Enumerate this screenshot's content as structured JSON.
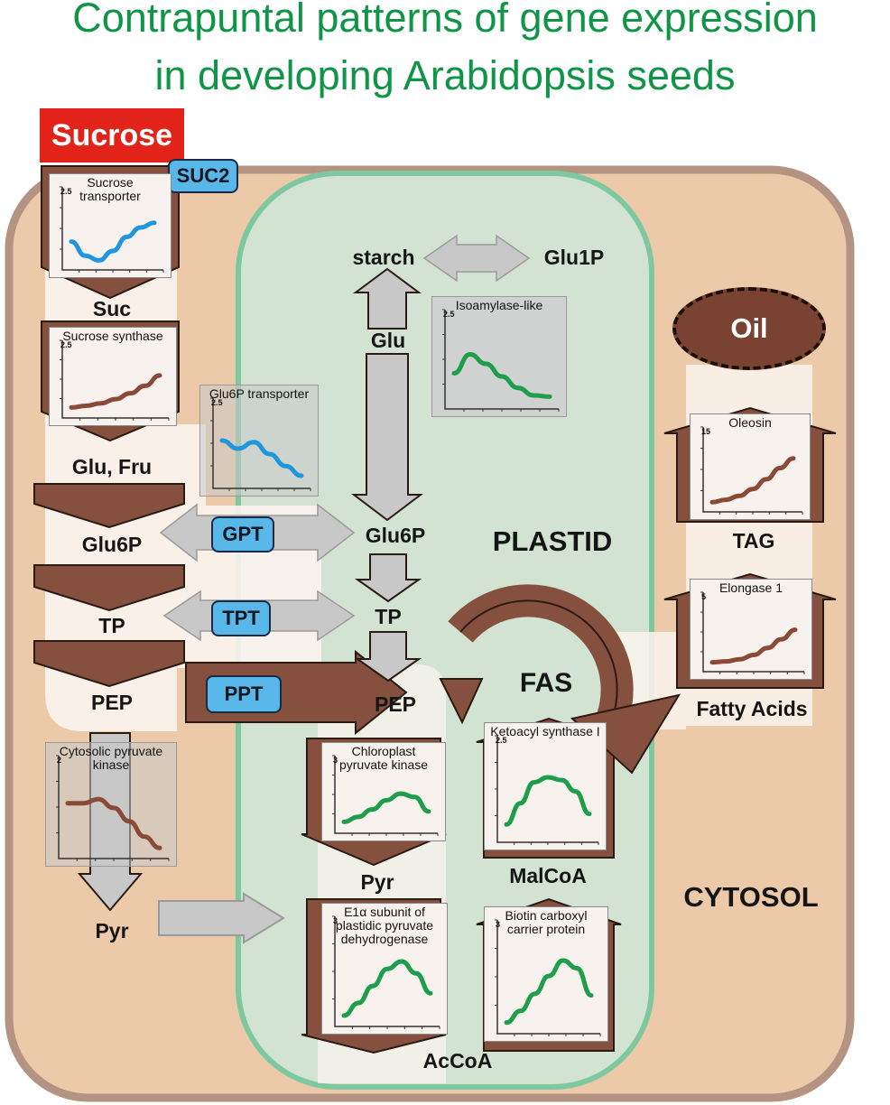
{
  "title": {
    "line1": "Contrapuntal patterns of gene expression",
    "line2": "in developing Arabidopsis seeds"
  },
  "colors": {
    "title_green": "#109447",
    "cytosol": "#ecc9a9",
    "cytosol_border": "#b49383",
    "plastid": "#d2e3d2",
    "plastid_border": "#7ec8a0",
    "brown_arrow": "#86503e",
    "grey_arrow": "#c8c8c8",
    "transporter_blue": "#58b6e9",
    "curve_blue": "#1f97dc",
    "curve_brown": "#8a4a37",
    "curve_green": "#1e9e4a",
    "sucrose_red": "#e2231a"
  },
  "compartments": {
    "cytosol": "CYTOSOL",
    "plastid": "PLASTID"
  },
  "source": "Sucrose",
  "oil": "Oil",
  "fas": "FAS",
  "transporters": {
    "suc2": "SUC2",
    "gpt": "GPT",
    "tpt": "TPT",
    "ppt": "PPT"
  },
  "metabolites": {
    "suc": "Suc",
    "glu_fru": "Glu, Fru",
    "glu6p_cyt": "Glu6P",
    "tp_cyt": "TP",
    "pep_cyt": "PEP",
    "pyr_cyt": "Pyr",
    "starch": "starch",
    "glu1p": "Glu1P",
    "glu": "Glu",
    "glu6p_pl": "Glu6P",
    "tp_pl": "TP",
    "pep_pl": "PEP",
    "pyr_pl": "Pyr",
    "malcoa": "MalCoA",
    "accoa": "AcCoA",
    "fatty_acids": "Fatty Acids",
    "tag": "TAG"
  },
  "expression_graphs": [
    {
      "id": "sucrose_transporter",
      "title": "Sucrose transporter",
      "ymax": "2.5",
      "color": "blue",
      "profile": [
        0.45,
        0.15,
        0.05,
        0.25,
        0.55,
        0.75,
        0.85
      ]
    },
    {
      "id": "sucrose_synthase",
      "title": "Sucrose synthase",
      "ymax": "2.5",
      "color": "brown",
      "profile": [
        0.08,
        0.12,
        0.18,
        0.28,
        0.42,
        0.6,
        0.85
      ]
    },
    {
      "id": "glu6p_transporter",
      "title": "Glu6P transporter",
      "ymax": "2.5",
      "color": "blue",
      "profile": [
        0.75,
        0.6,
        0.72,
        0.5,
        0.28,
        0.1
      ]
    },
    {
      "id": "isoamylase_like",
      "title": "Isoamylase-like",
      "ymax": "2.5",
      "color": "green",
      "profile": [
        0.45,
        0.75,
        0.6,
        0.4,
        0.22,
        0.1,
        0.08
      ]
    },
    {
      "id": "oleosin",
      "title": "Oleosin",
      "ymax": "15",
      "color": "brown",
      "profile": [
        0.05,
        0.1,
        0.18,
        0.32,
        0.52,
        0.75,
        0.95
      ]
    },
    {
      "id": "elongase_1",
      "title": "Elongase 1",
      "ymax": "5",
      "color": "brown",
      "profile": [
        0.05,
        0.07,
        0.12,
        0.22,
        0.38,
        0.58,
        0.8
      ]
    },
    {
      "id": "cytosolic_pyruvate_kinase",
      "title": "Cytosolic pyruvate kinase",
      "ymax": "2",
      "color": "brown",
      "profile": [
        0.72,
        0.72,
        0.78,
        0.65,
        0.45,
        0.22,
        0.05
      ]
    },
    {
      "id": "chloroplast_pyruvate_kinase",
      "title": "Chloroplast pyruvate kinase",
      "ymax": "3",
      "color": "green",
      "profile": [
        0.1,
        0.22,
        0.4,
        0.62,
        0.78,
        0.7,
        0.35
      ]
    },
    {
      "id": "ketoacyl_synthase_1",
      "title": "Ketoacyl synthase I",
      "ymax": "2.5",
      "color": "green",
      "profile": [
        0.15,
        0.45,
        0.75,
        0.82,
        0.78,
        0.62,
        0.3
      ]
    },
    {
      "id": "e1a_pdh",
      "title": "E1α subunit of plastidic pyruvate dehydrogenase",
      "ymax": "3",
      "color": "green",
      "profile": [
        0.05,
        0.22,
        0.45,
        0.68,
        0.78,
        0.62,
        0.35
      ]
    },
    {
      "id": "bccp",
      "title": "Biotin carboxyl carrier protein",
      "ymax": "3",
      "color": "green",
      "profile": [
        0.05,
        0.2,
        0.42,
        0.65,
        0.85,
        0.75,
        0.4
      ]
    }
  ]
}
